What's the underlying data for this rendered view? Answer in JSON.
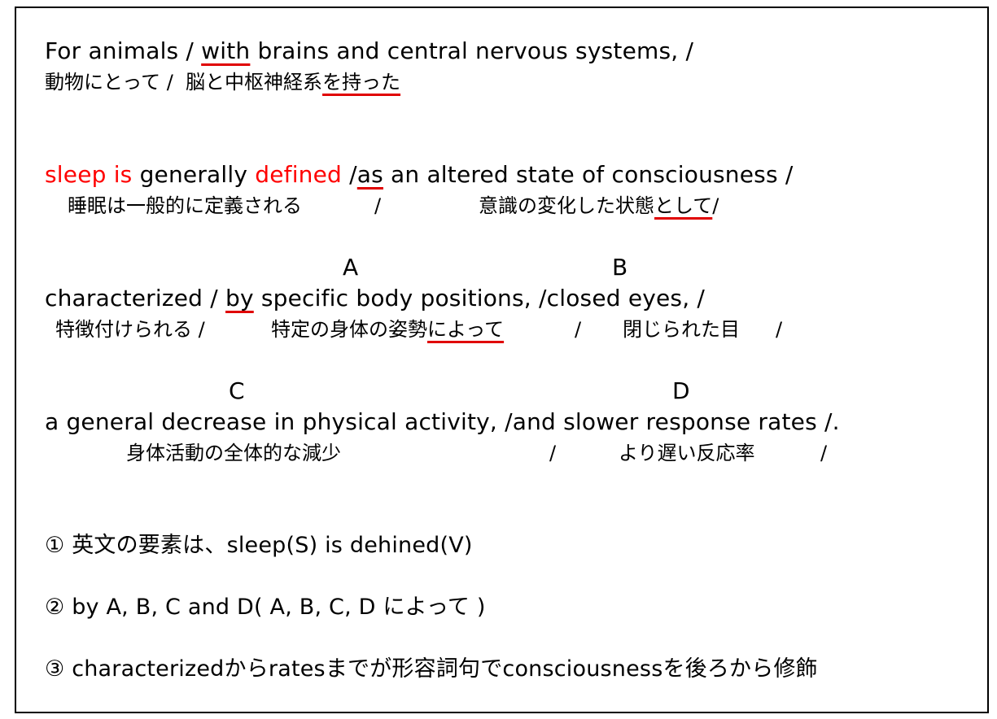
{
  "line1": {
    "en_a": "For animals / ",
    "en_u": "with",
    "en_b": " brains and central nervous systems, /",
    "ja_a": "動物にとって /  脳と中枢神経系",
    "ja_u": "を持った"
  },
  "line2": {
    "en_red1": "sleep is",
    "en_a": " generally ",
    "en_red2": "defined",
    "en_b": " /",
    "en_u": "as",
    "en_c": " an altered state of consciousness /",
    "ja_1": "睡眠は一般的に定義される",
    "ja_slash1": "/",
    "ja_2": "意識の変化した状態",
    "ja_u": "として",
    "ja_slash2": "/"
  },
  "labels": {
    "a": "A",
    "b": "B",
    "c": "C",
    "d": "D"
  },
  "line3": {
    "en_a": "characterized / ",
    "en_u": "by",
    "en_b": " specific body positions, /closed eyes, /",
    "ja_1": "特徴付けられる /",
    "ja_2": "特定の身体の姿勢",
    "ja_u": "によって",
    "ja_slash1": "/",
    "ja_3": "閉じられた目",
    "ja_slash2": "/"
  },
  "line4": {
    "en": "a general decrease in physical activity, /and slower response rates /.",
    "ja_1": "身体活動の全体的な減少",
    "ja_slash1": "/",
    "ja_2": "より遅い反応率",
    "ja_slash2": "/"
  },
  "notes": [
    "① 英文の要素は、sleep(S) is dehined(V)",
    "② by A, B, C and D( A, B, C, D によって )",
    "③ charactcharacterizedからratesまでが形容詞句でconsciousnessを後ろから修飾"
  ]
}
